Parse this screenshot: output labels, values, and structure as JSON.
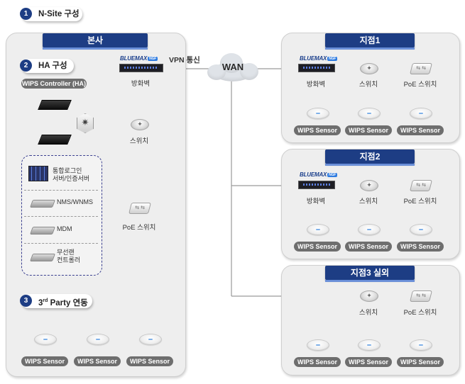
{
  "steps": {
    "nsite": {
      "num": "1",
      "label": "N-Site 구성"
    },
    "ha": {
      "num": "2",
      "label": "HA 구성"
    },
    "third": {
      "num": "3",
      "label_pre": "3",
      "label_sup": "rd",
      "label_post": " Party 연동"
    }
  },
  "hq": {
    "title": "본사",
    "controller_label": "WIPS Controller (HA)",
    "firewall_brand": "BLUEMAX",
    "firewall_badge": "NGF",
    "vpn_label": "VPN 통신",
    "firewall_label": "방화벽",
    "switch_label": "스위치",
    "poe_switch_label": "PoE 스위치",
    "integrations": [
      {
        "label": "통합로그인\n서버/인증서버",
        "icon": "server-blade-icon"
      },
      {
        "label": "NMS/WNMS",
        "icon": "appliance-icon"
      },
      {
        "label": "MDM",
        "icon": "appliance-icon"
      },
      {
        "label": "무선랜\n컨트롤러",
        "icon": "appliance-icon"
      }
    ],
    "sensors": [
      "WIPS Sensor",
      "WIPS Sensor",
      "WIPS Sensor"
    ]
  },
  "wan": {
    "label": "WAN"
  },
  "branches": [
    {
      "title": "지점1",
      "has_firewall": true,
      "firewall_brand": "BLUEMAX",
      "firewall_badge": "NGF",
      "firewall_label": "방화벽",
      "switch_label": "스위치",
      "poe_label": "PoE 스위치",
      "sensors": [
        "WIPS Sensor",
        "WIPS Sensor",
        "WIPS Sensor"
      ]
    },
    {
      "title": "지점2",
      "has_firewall": true,
      "firewall_brand": "BLUEMAX",
      "firewall_badge": "NGF",
      "firewall_label": "방화벽",
      "switch_label": "스위치",
      "poe_label": "PoE 스위치",
      "sensors": [
        "WIPS Sensor",
        "WIPS Sensor",
        "WIPS Sensor"
      ]
    },
    {
      "title": "지점3 실외",
      "has_firewall": false,
      "switch_label": "스위치",
      "poe_label": "PoE 스위치",
      "sensors": [
        "WIPS Sensor",
        "WIPS Sensor",
        "WIPS Sensor"
      ]
    }
  ],
  "colors": {
    "accent": "#1d3d84",
    "panel": "#eeeeee",
    "line": "#9a9a9a",
    "pill": "#6e6e6e"
  }
}
